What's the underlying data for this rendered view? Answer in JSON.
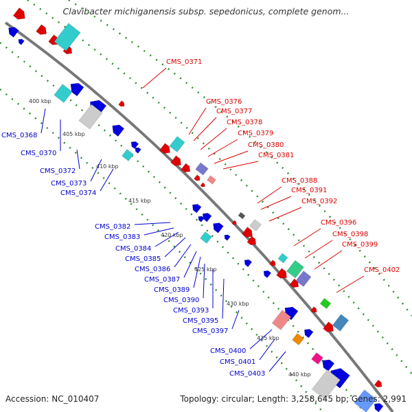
{
  "title": "Clavibacter michiganensis subsp. sepedonicus, complete genom...",
  "footer": {
    "accession": "Accession: NC_010407",
    "topology": "Topology: circular; Length: 3,258,645 bp; Genes: 2,991"
  },
  "scale_ticks": [
    "400 kbp",
    "405 kbp",
    "410 kbp",
    "415 kbp",
    "420 kbp",
    "425 kbp",
    "430 kbp",
    "435 kbp",
    "440 kbp"
  ],
  "colors": {
    "forward_gene": "#e00000",
    "reverse_gene": "#0000dd",
    "label_forward": "#dd0000",
    "label_reverse": "#0000cc",
    "backbone": "#777777",
    "dotted_guide": "#2e8b2e",
    "cyan_feature": "#33cccc",
    "gray_feature": "#cccccc",
    "purple_feature": "#7777cc"
  },
  "labels_forward": [
    "CMS_0371",
    "CMS_0376",
    "CMS_0377",
    "CMS_0378",
    "CMS_0379",
    "CMS_0380",
    "CMS_0381",
    "CMS_0388",
    "CMS_0391",
    "CMS_0392",
    "CMS_0396",
    "CMS_0398",
    "CMS_0399",
    "CMS_0402"
  ],
  "labels_reverse": [
    "CMS_0368",
    "CMS_0370",
    "CMS_0372",
    "CMS_0373",
    "CMS_0374",
    "CMS_0382",
    "CMS_0383",
    "CMS_0384",
    "CMS_0385",
    "CMS_0386",
    "CMS_0387",
    "CMS_0389",
    "CMS_0390",
    "CMS_0393",
    "CMS_0395",
    "CMS_0397",
    "CMS_0400",
    "CMS_0401",
    "CMS_0403"
  ]
}
